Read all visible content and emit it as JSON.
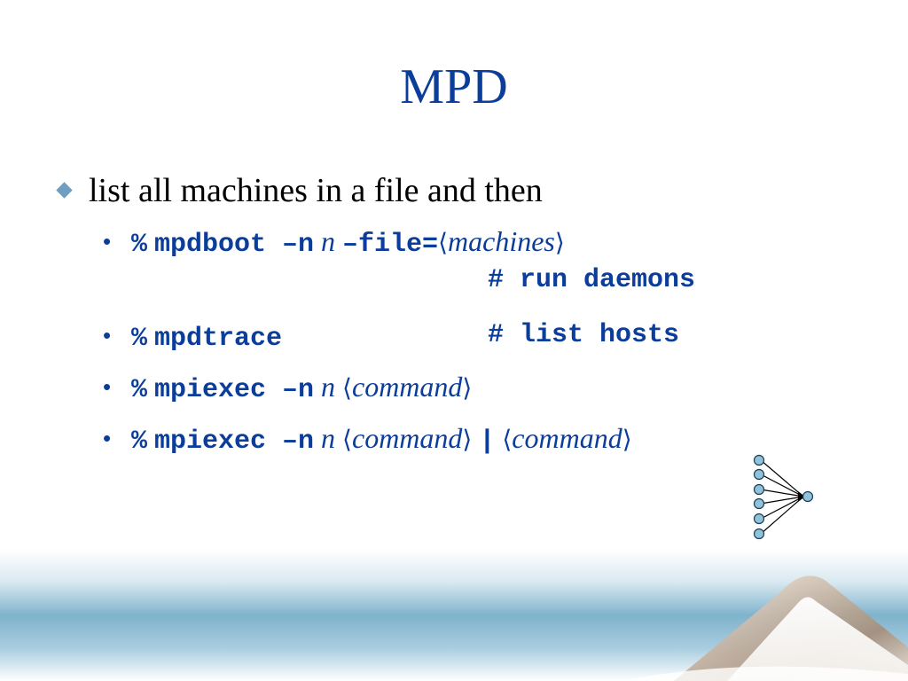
{
  "slide": {
    "title": "MPD",
    "bullet": "list all machines in a file and then",
    "commands": [
      {
        "prompt": "%",
        "cmd": "mpdboot –n",
        "arg_n": "n",
        "opt": "–file=",
        "lang": "⟨",
        "param": "machines",
        "rang": "⟩",
        "comment": "# run daemons"
      },
      {
        "prompt": "%",
        "cmd": "mpdtrace",
        "comment": "# list hosts"
      },
      {
        "prompt": "%",
        "cmd": "mpiexec –n",
        "arg_n": "n",
        "lang": "⟨",
        "param": "command",
        "rang": "⟩"
      },
      {
        "prompt": "%",
        "cmd": "mpiexec –n",
        "arg_n": "n",
        "lang": "⟨",
        "param": "command",
        "rang": "⟩",
        "pipe": "|",
        "lang2": "⟨",
        "param2": "command",
        "rang2": "⟩"
      }
    ],
    "sub_bullet_glyph": "•",
    "colors": {
      "title": "#0b3d9a",
      "code": "#0b3d9a",
      "diamond": "#6f9fc0",
      "node_fill": "#8fc3d8",
      "band_top": "#ffffff",
      "band_mid": "#7fb3cc",
      "mountain": "#a58d78"
    }
  }
}
